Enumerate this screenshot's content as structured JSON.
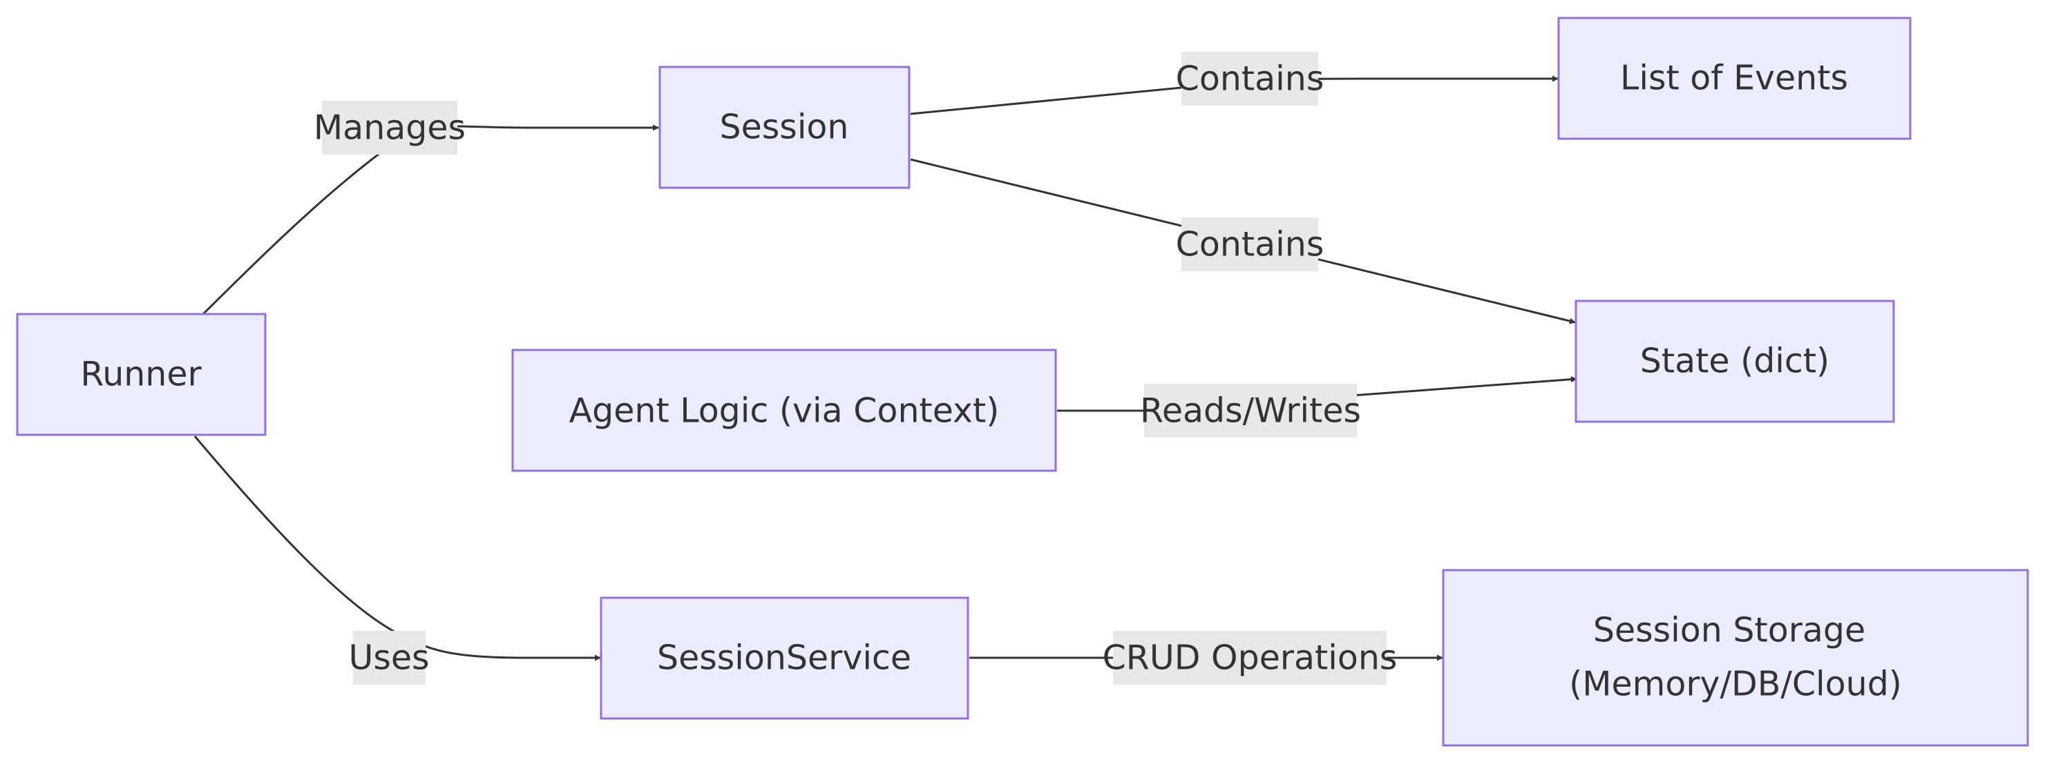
{
  "nodes": {
    "runner": {
      "label": "Runner"
    },
    "session": {
      "label": "Session"
    },
    "agent_logic": {
      "label": "Agent Logic (via Context)"
    },
    "session_service": {
      "label": "SessionService"
    },
    "list_of_events": {
      "label": "List of Events"
    },
    "state": {
      "label": "State (dict)"
    },
    "session_storage": {
      "line1": "Session Storage",
      "line2": "(Memory/DB/Cloud)"
    }
  },
  "edges": {
    "runner_session": {
      "label": "Manages"
    },
    "runner_service": {
      "label": "Uses"
    },
    "session_events": {
      "label": "Contains"
    },
    "session_state": {
      "label": "Contains"
    },
    "agent_state": {
      "label": "Reads/Writes"
    },
    "service_storage": {
      "label": "CRUD Operations"
    }
  },
  "colors": {
    "node_fill": "#ececff",
    "node_stroke": "#9370db",
    "edge": "#333333",
    "label_background": "#e8e8e8",
    "text": "#333333"
  }
}
